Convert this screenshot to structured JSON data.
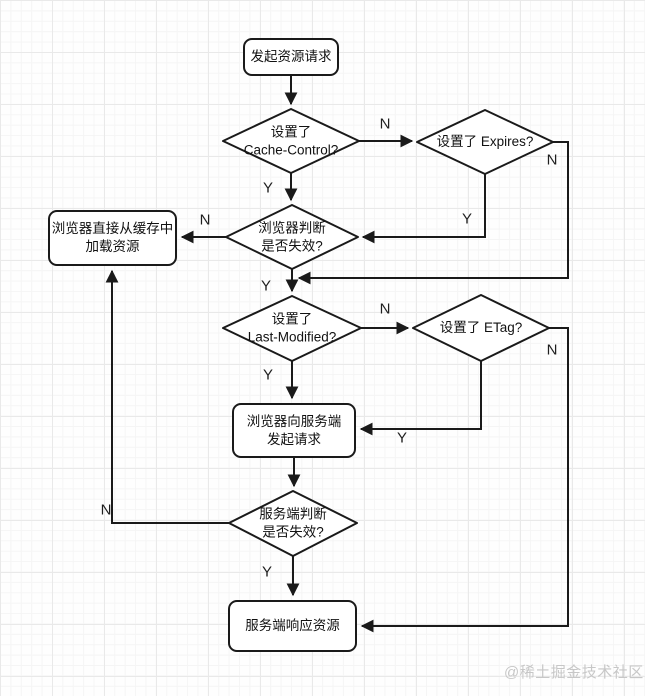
{
  "diagram": {
    "nodes": {
      "start": {
        "lines": [
          "发起资源请求"
        ]
      },
      "cache_control": {
        "lines": [
          "设置了",
          "Cache-Control?"
        ]
      },
      "expires": {
        "lines": [
          "设置了 Expires?"
        ]
      },
      "cache_load": {
        "lines": [
          "浏览器直接从缓存中",
          "加载资源"
        ]
      },
      "browser_check": {
        "lines": [
          "浏览器判断",
          "是否失效?"
        ]
      },
      "last_modified": {
        "lines": [
          "设置了",
          "Last-Modified?"
        ]
      },
      "etag": {
        "lines": [
          "设置了 ETag?"
        ]
      },
      "request_server": {
        "lines": [
          "浏览器向服务端",
          "发起请求"
        ]
      },
      "server_check": {
        "lines": [
          "服务端判断",
          "是否失效?"
        ]
      },
      "server_respond": {
        "lines": [
          "服务端响应资源"
        ]
      }
    },
    "edges": {
      "cache_control_no": "N",
      "cache_control_yes": "Y",
      "expires_yes": "Y",
      "expires_no": "N",
      "browser_check_no": "N",
      "browser_check_yes": "Y",
      "last_modified_no": "N",
      "last_modified_yes": "Y",
      "etag_yes": "Y",
      "etag_no": "N",
      "server_check_no": "N",
      "server_check_yes": "Y"
    },
    "watermark": "@稀土掘金技术社区",
    "colors": {
      "line": "#1a1a1a",
      "node_fill": "#ffffff",
      "watermark": "#c7c7c7"
    }
  }
}
